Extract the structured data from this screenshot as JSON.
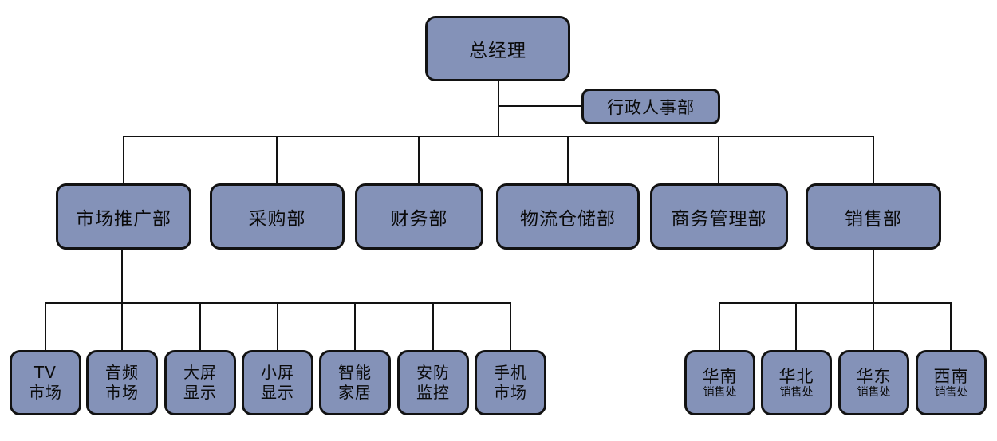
{
  "nodes": {
    "general_manager": {
      "label": "总经理"
    },
    "admin_hr": {
      "label": "行政人事部"
    },
    "marketing": {
      "label": "市场推广部"
    },
    "purchasing": {
      "label": "采购部"
    },
    "finance": {
      "label": "财务部"
    },
    "logistics": {
      "label": "物流仓储部"
    },
    "business_mgmt": {
      "label": "商务管理部"
    },
    "sales": {
      "label": "销售部"
    },
    "tv_market": {
      "line1": "TV",
      "line2": "市场"
    },
    "audio_market": {
      "line1": "音频",
      "line2": "市场"
    },
    "large_screen": {
      "line1": "大屏",
      "line2": "显示"
    },
    "small_screen": {
      "line1": "小屏",
      "line2": "显示"
    },
    "smart_home": {
      "line1": "智能",
      "line2": "家居"
    },
    "security_monitor": {
      "line1": "安防",
      "line2": "监控"
    },
    "mobile_market": {
      "line1": "手机",
      "line2": "市场"
    },
    "south_china": {
      "region": "华南",
      "suffix": "销售处"
    },
    "north_china": {
      "region": "华北",
      "suffix": "销售处"
    },
    "east_china": {
      "region": "华东",
      "suffix": "销售处"
    },
    "southwest": {
      "region": "西南",
      "suffix": "销售处"
    }
  },
  "hierarchy": {
    "root": "总经理",
    "staff_of_root": [
      "行政人事部"
    ],
    "departments": [
      "市场推广部",
      "采购部",
      "财务部",
      "物流仓储部",
      "商务管理部",
      "销售部"
    ],
    "marketing_children": [
      "TV市场",
      "音频市场",
      "大屏显示",
      "小屏显示",
      "智能家居",
      "安防监控",
      "手机市场"
    ],
    "sales_children": [
      "华南销售处",
      "华北销售处",
      "华东销售处",
      "西南销售处"
    ]
  },
  "colors": {
    "node_fill": "#8492B8",
    "node_border": "#121212",
    "connector": "#121212",
    "text": "#0a0a0a",
    "canvas_bg": "#ffffff"
  }
}
